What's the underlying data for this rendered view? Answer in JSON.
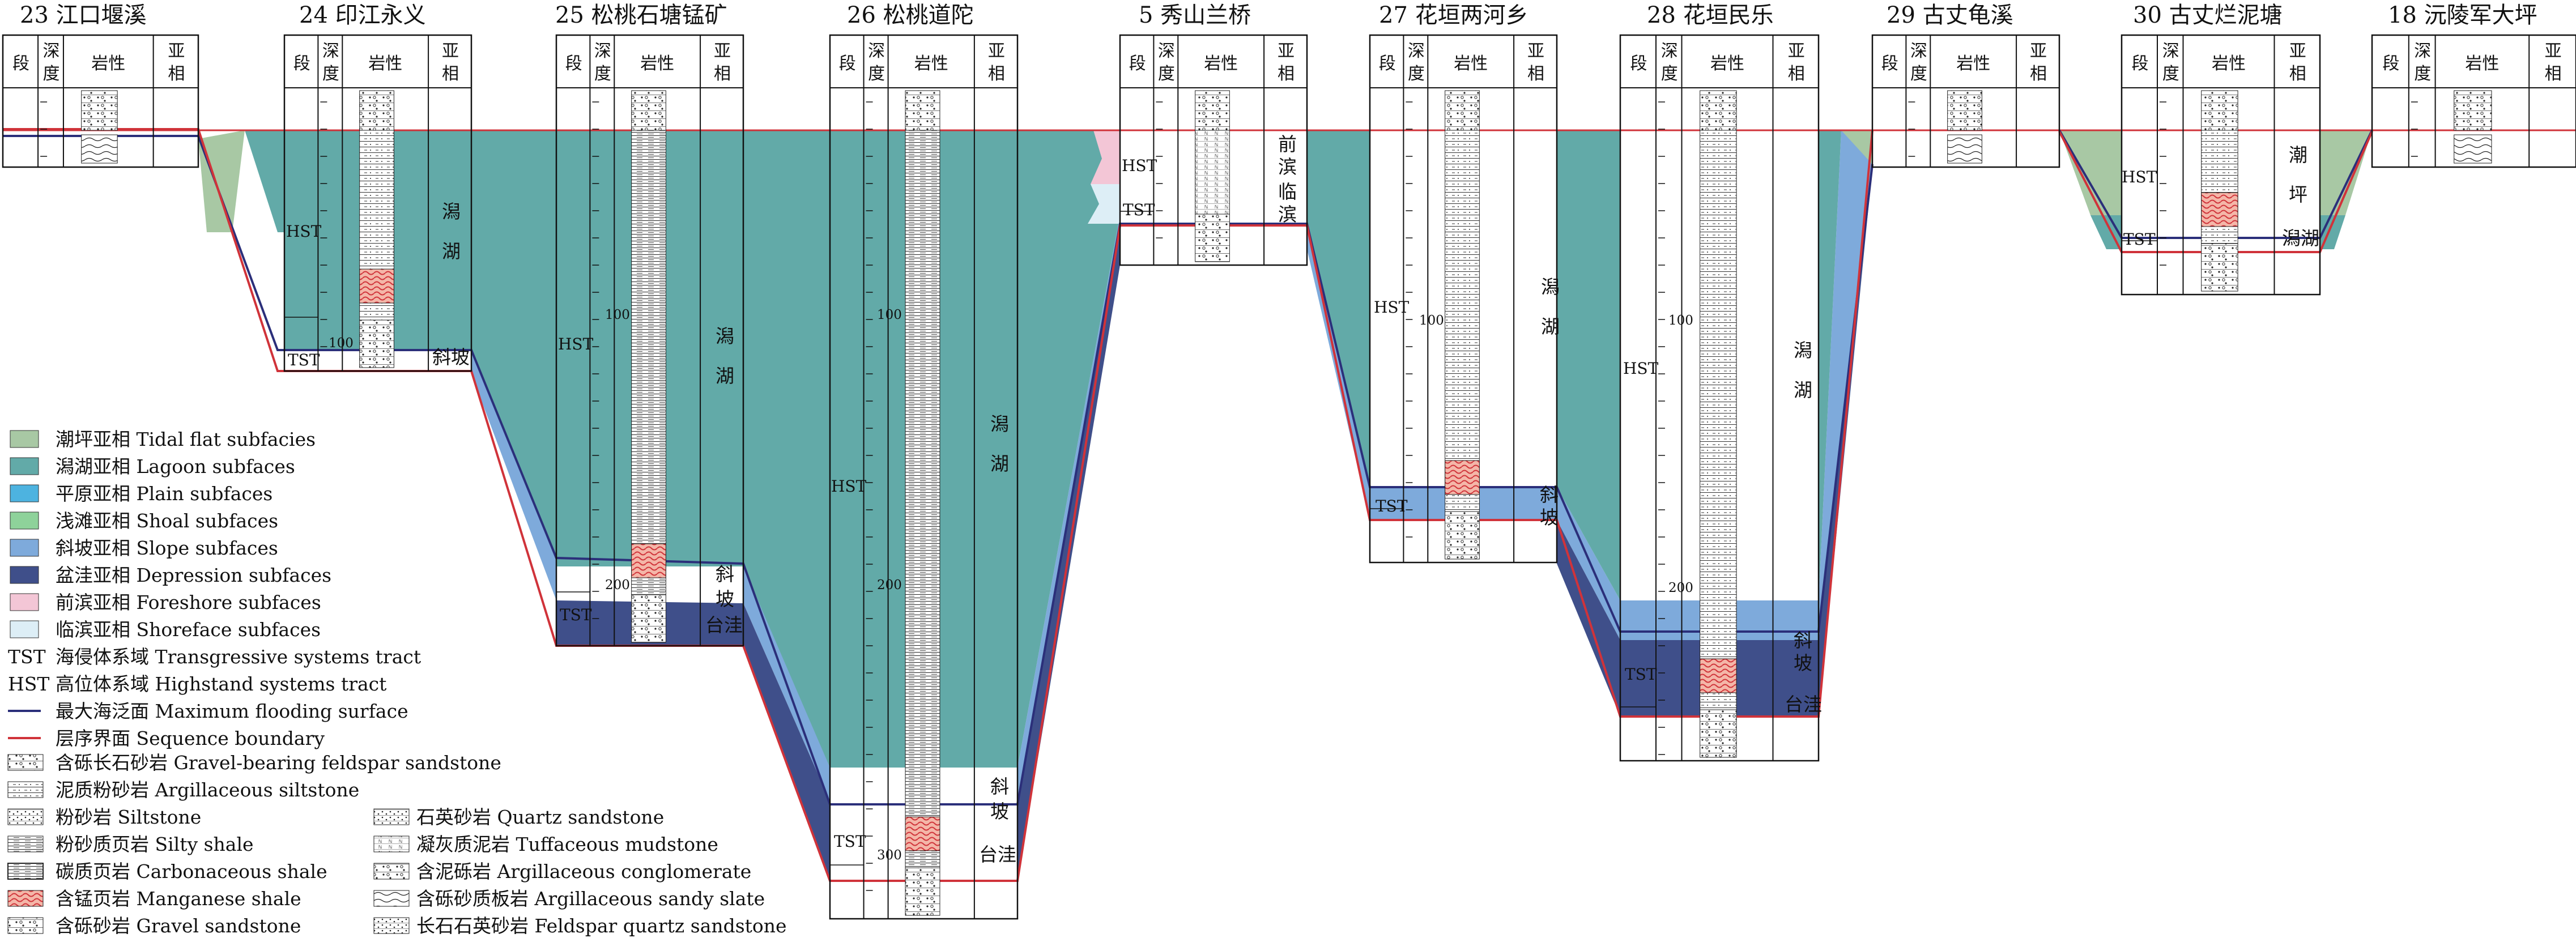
{
  "header": {
    "seg": "段",
    "depth_a": "深",
    "depth_b": "度",
    "lith": "岩性",
    "sub_a": "亚",
    "sub_b": "相"
  },
  "columns": [
    {
      "title": "23 江口堰溪"
    },
    {
      "title": "24 印江永义",
      "hst": "HST",
      "tst": "TST",
      "tick100": "100",
      "facies_a": "潟\n湖",
      "facies_b": "斜坡"
    },
    {
      "title": "25 松桃石塘锰矿",
      "hst": "HST",
      "tst": "TST",
      "tick100": "100",
      "tick200": "200",
      "facies_a": "潟\n湖",
      "facies_b": "斜\n坡",
      "facies_c": "台洼"
    },
    {
      "title": "26 松桃道陀",
      "hst": "HST",
      "tst": "TST",
      "tick100": "100",
      "tick200": "200",
      "tick300": "300",
      "facies_a": "潟\n湖",
      "facies_b": "斜\n坡",
      "facies_c": "台洼"
    },
    {
      "title": "5 秀山兰桥",
      "hst": "HST",
      "tst": "TST",
      "facies_a": "前\n滨",
      "facies_b": "临\n滨"
    },
    {
      "title": "27 花垣两河乡",
      "hst": "HST",
      "tst": "TST",
      "tick100": "100",
      "facies_a": "潟\n湖",
      "facies_b": "斜\n坡"
    },
    {
      "title": "28 花垣民乐",
      "hst": "HST",
      "tst": "TST",
      "tick100": "100",
      "tick200": "200",
      "facies_a": "潟\n湖",
      "facies_b": "斜\n坡",
      "facies_c": "台洼"
    },
    {
      "title": "29 古丈龟溪"
    },
    {
      "title": "30 古丈烂泥塘",
      "hst": "HST",
      "tst": "TST",
      "facies_a": "潮\n坪",
      "facies_b": "潟湖"
    },
    {
      "title": "18 沅陵军大坪"
    }
  ],
  "legend": {
    "facies": [
      {
        "label": "潮坪亚相 Tidal flat subfacies",
        "color": "#a8c8a4"
      },
      {
        "label": "潟湖亚相 Lagoon subfaces",
        "color": "#62aaa8"
      },
      {
        "label": "平原亚相 Plain subfaces",
        "color": "#4db3e0"
      },
      {
        "label": "浅滩亚相 Shoal subfaces",
        "color": "#8ed29a"
      },
      {
        "label": "斜坡亚相 Slope subfaces",
        "color": "#7eaadb"
      },
      {
        "label": "盆洼亚相 Depression subfaces",
        "color": "#3f4f8a"
      },
      {
        "label": "前滨亚相 Foreshore subfaces",
        "color": "#f3c6d6"
      },
      {
        "label": "临滨亚相 Shoreface subfaces",
        "color": "#ddeef6"
      }
    ],
    "tracts": [
      {
        "abbr": "TST",
        "label": "海侵体系域 Transgressive systems tract"
      },
      {
        "abbr": "HST",
        "label": "高位体系域 Highstand systems tract"
      }
    ],
    "lines": [
      {
        "label": "最大海泛面 Maximum flooding surface",
        "color": "#2b2f7a"
      },
      {
        "label": "层序界面 Sequence boundary",
        "color": "#d0333a"
      }
    ],
    "lith_left": [
      "含砾长石砂岩 Gravel-bearing feldspar sandstone",
      "泥质粉砂岩 Argillaceous siltstone",
      "粉砂岩 Siltstone",
      "粉砂质页岩 Silty shale",
      "碳质页岩 Carbonaceous shale",
      "含锰页岩 Manganese shale",
      "含砾砂岩 Gravel sandstone"
    ],
    "lith_right": [
      "石英砂岩 Quartz sandstone",
      "凝灰质泥岩 Tuffaceous mudstone",
      "含泥砾岩 Argillaceous conglomerate",
      "含砾砂质板岩 Argillaceous sandy slate",
      "长石石英砂岩 Feldspar quartz sandstone"
    ]
  },
  "colors": {
    "lagoon": "#62aaa8",
    "tidal": "#a8c8a4",
    "slope": "#7eaadb",
    "depression": "#3f4f8a",
    "foreshore": "#f3c6d6",
    "shoreface": "#ddeef6",
    "mfs": "#2b2f7a",
    "sb": "#d0333a",
    "mn": "#e9745e"
  }
}
